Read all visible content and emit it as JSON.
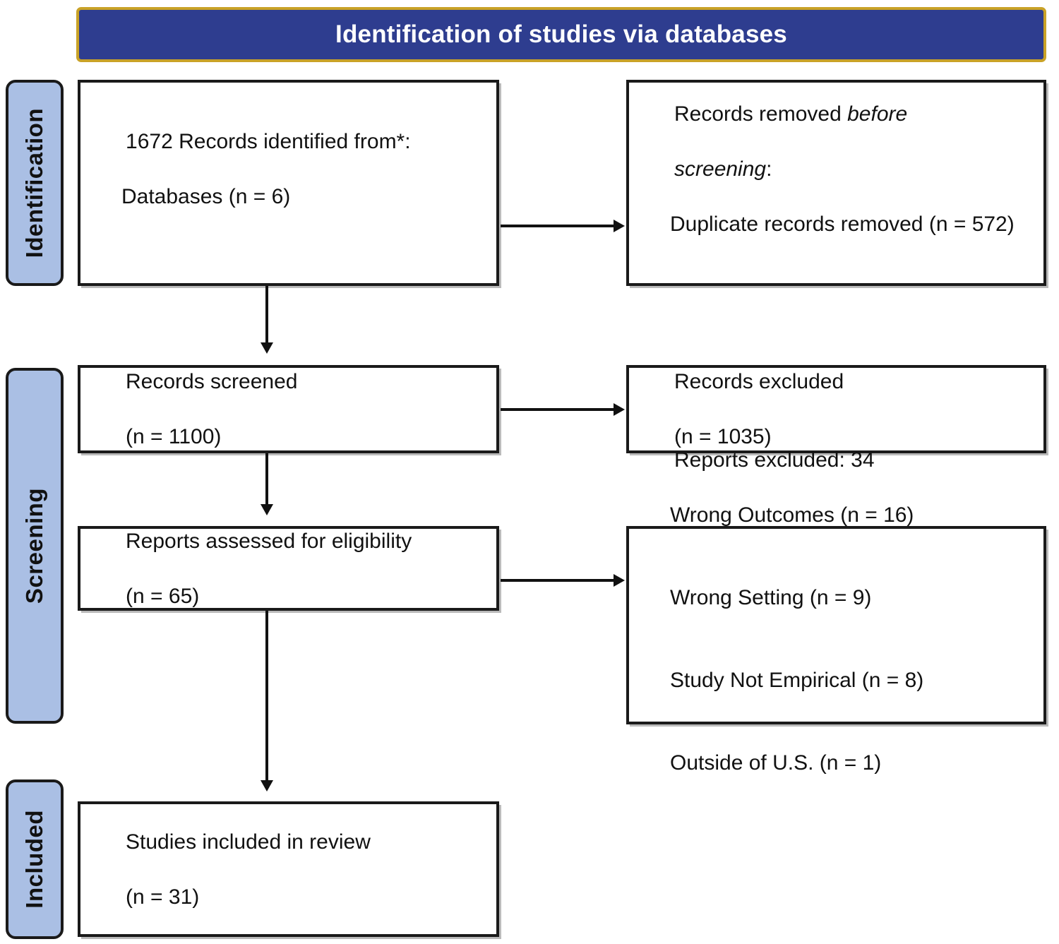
{
  "header": {
    "title": "Identification of studies via databases",
    "background_color": "#2e3d8f",
    "border_color": "#c9a227",
    "text_color": "#ffffff"
  },
  "stages": {
    "accent_color": "#aabfe4",
    "items": [
      {
        "id": "identification",
        "label": "Identification"
      },
      {
        "id": "screening",
        "label": "Screening"
      },
      {
        "id": "included",
        "label": "Included"
      }
    ]
  },
  "boxes": {
    "identified": {
      "line1": "1672 Records identified from*:",
      "line2": "Databases (n = 6)"
    },
    "removed": {
      "line1_plain": "Records removed ",
      "line1_italic": "before",
      "line2_italic": "screening",
      "line2_plain": ":",
      "line3": "Duplicate records removed (n = 572)"
    },
    "screened": {
      "line1": "Records screened",
      "line2": "(n = 1100)"
    },
    "records_excluded": {
      "line1": "Records excluded",
      "line2": "(n = 1035)"
    },
    "eligibility": {
      "line1": "Reports assessed for eligibility",
      "line2": "(n = 65)"
    },
    "reports_excluded": {
      "heading": "Reports excluded: 34",
      "reasons": [
        "Wrong Outcomes (n = 16)",
        "Wrong Setting (n = 9)",
        "Study Not Empirical (n = 8)",
        "Outside of U.S. (n = 1)"
      ]
    },
    "included": {
      "line1": "Studies included in review",
      "line2": "(n = 31)"
    }
  },
  "chart_data": {
    "type": "diagram",
    "title": "Identification of studies via databases",
    "nodes": [
      {
        "id": "identified",
        "stage": "Identification",
        "label": "1672 Records identified from*: Databases (n = 6)",
        "count": 1672,
        "sources": 6
      },
      {
        "id": "removed",
        "stage": "Identification",
        "label": "Records removed before screening: Duplicate records removed (n = 572)",
        "count": 572
      },
      {
        "id": "screened",
        "stage": "Screening",
        "label": "Records screened",
        "count": 1100
      },
      {
        "id": "records_excluded",
        "stage": "Screening",
        "label": "Records excluded",
        "count": 1035
      },
      {
        "id": "eligibility",
        "stage": "Screening",
        "label": "Reports assessed for eligibility",
        "count": 65
      },
      {
        "id": "reports_excluded",
        "stage": "Screening",
        "label": "Reports excluded",
        "count": 34,
        "breakdown": [
          {
            "reason": "Wrong Outcomes",
            "n": 16
          },
          {
            "reason": "Wrong Setting",
            "n": 9
          },
          {
            "reason": "Study Not Empirical",
            "n": 8
          },
          {
            "reason": "Outside of U.S.",
            "n": 1
          }
        ]
      },
      {
        "id": "included",
        "stage": "Included",
        "label": "Studies included in review",
        "count": 31
      }
    ],
    "edges": [
      {
        "from": "identified",
        "to": "removed",
        "direction": "horizontal"
      },
      {
        "from": "identified",
        "to": "screened",
        "direction": "vertical"
      },
      {
        "from": "screened",
        "to": "records_excluded",
        "direction": "horizontal"
      },
      {
        "from": "screened",
        "to": "eligibility",
        "direction": "vertical"
      },
      {
        "from": "eligibility",
        "to": "reports_excluded",
        "direction": "horizontal"
      },
      {
        "from": "eligibility",
        "to": "included",
        "direction": "vertical"
      }
    ]
  }
}
